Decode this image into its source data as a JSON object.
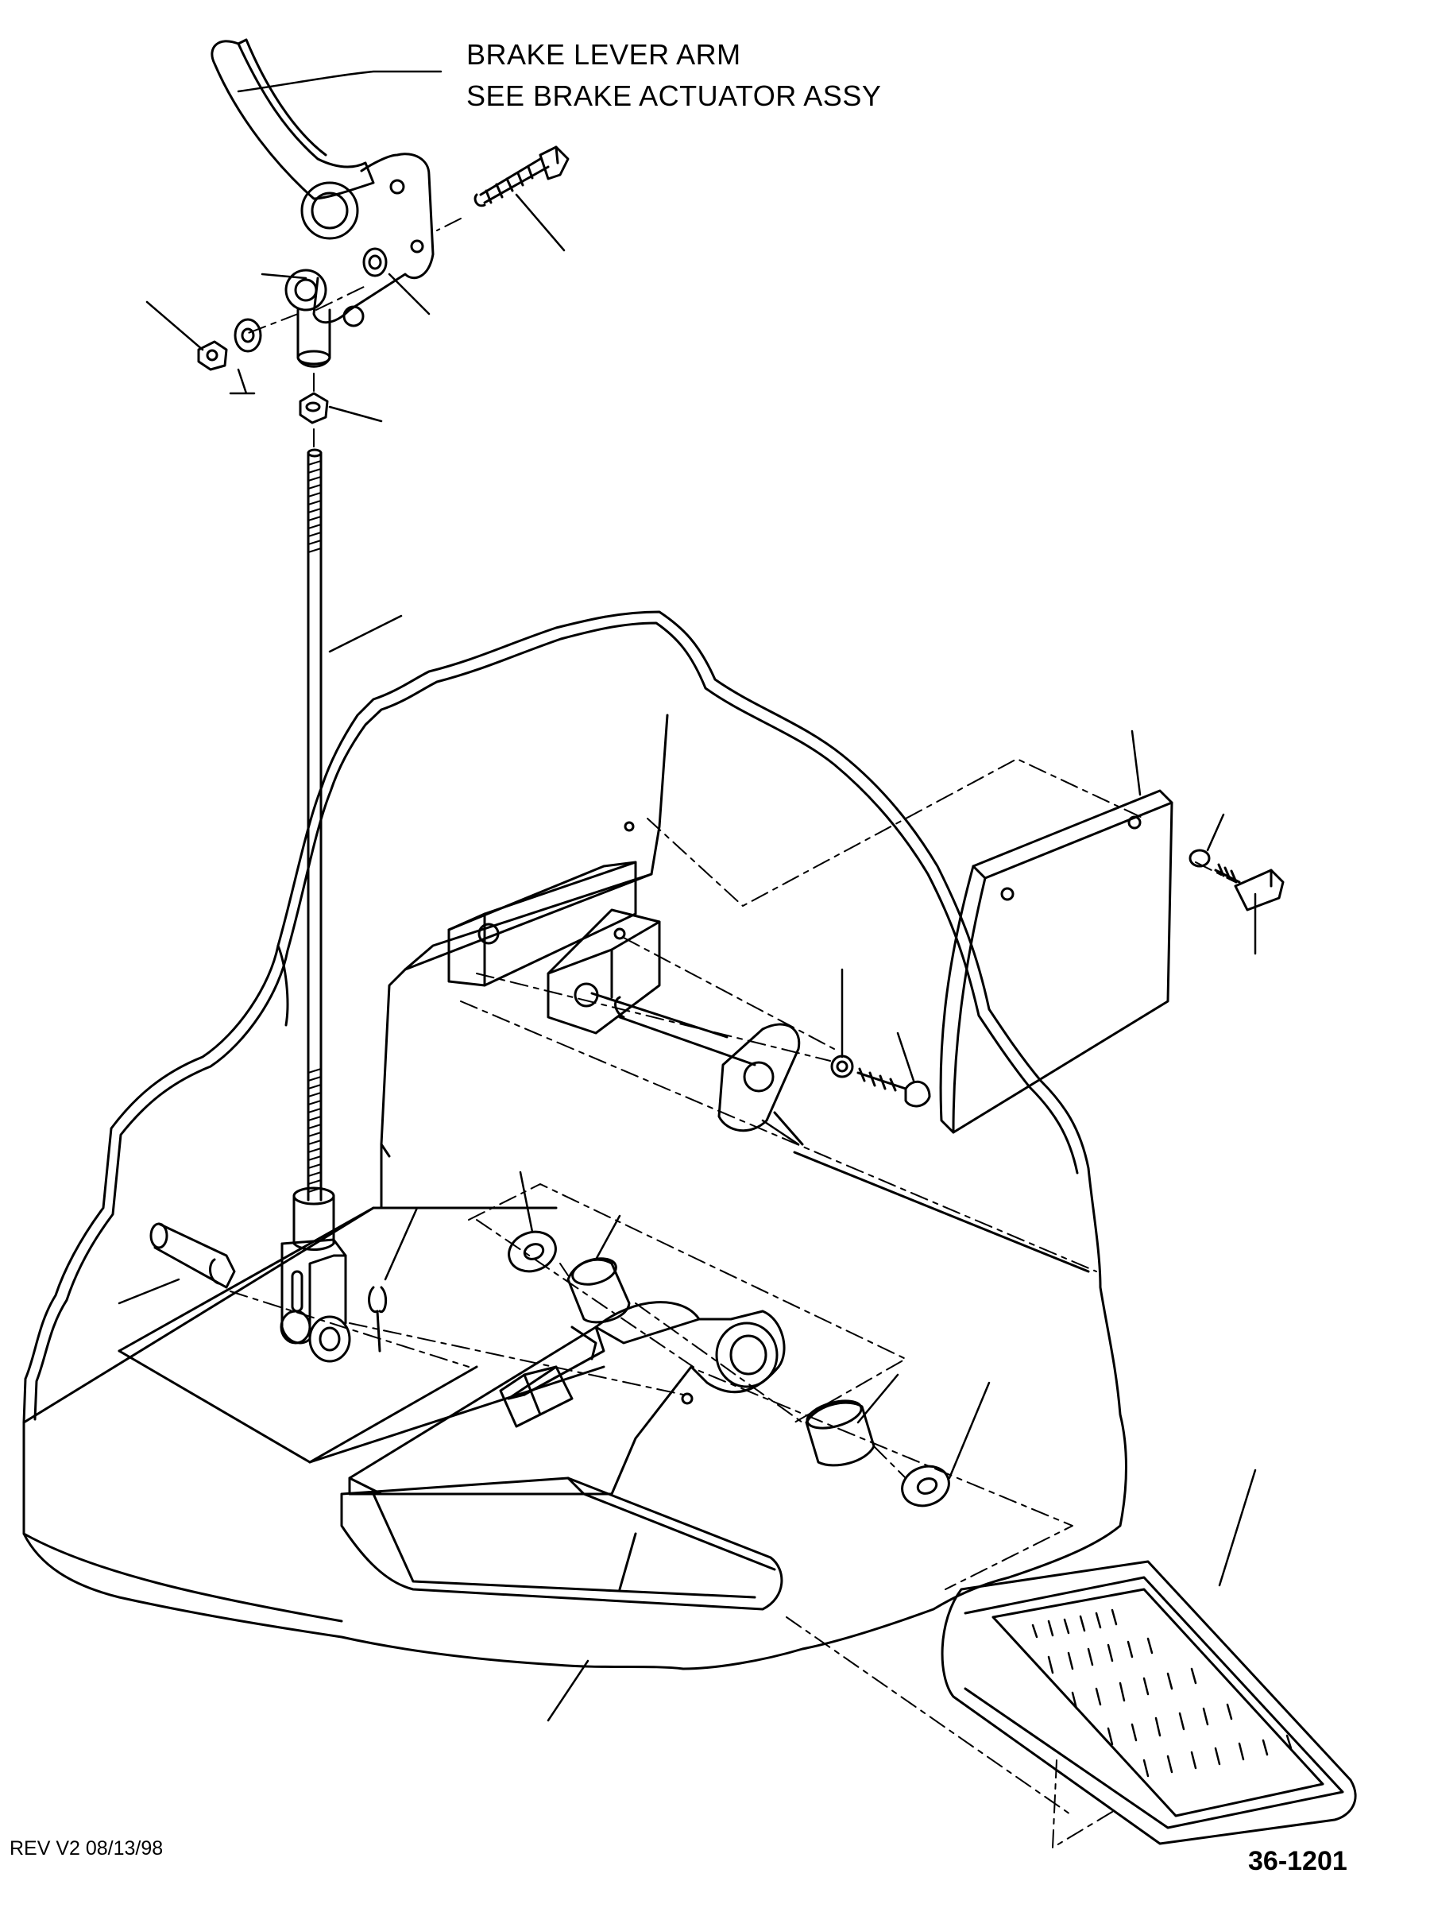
{
  "callout": {
    "line1": "BRAKE LEVER ARM",
    "line2": "SEE BRAKE ACTUATOR ASSY"
  },
  "footer": {
    "revision": "REV V2 08/13/98",
    "drawing_number": "36-1201"
  },
  "colors": {
    "ink": "#000000",
    "paper": "#ffffff"
  }
}
